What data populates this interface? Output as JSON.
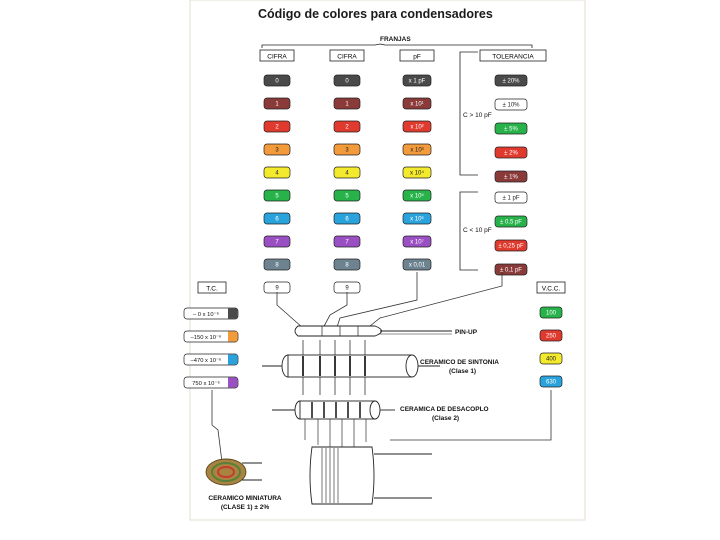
{
  "title": "Código de colores para condensadores",
  "franjas_label": "FRANJAS",
  "columns": [
    {
      "header": "CIFRA"
    },
    {
      "header": "CIFRA"
    },
    {
      "header": "pF"
    },
    {
      "header": "TOLERANCIA"
    }
  ],
  "colors": {
    "black": "#4a4a4a",
    "brown": "#8b3a3a",
    "red": "#e03a2e",
    "orange": "#f39a3a",
    "yellow": "#f3ea2e",
    "green": "#27b24a",
    "blue": "#2aa3dc",
    "violet": "#9a4fc2",
    "grey": "#6e8390",
    "white": "#ffffff"
  },
  "digit_rows": [
    {
      "color": "black",
      "d1": "0",
      "d2": "0",
      "mult": "x 1 pF"
    },
    {
      "color": "brown",
      "d1": "1",
      "d2": "1",
      "mult": "x 10¹"
    },
    {
      "color": "red",
      "d1": "2",
      "d2": "2",
      "mult": "x 10²"
    },
    {
      "color": "orange",
      "d1": "3",
      "d2": "3",
      "mult": "x 10³"
    },
    {
      "color": "yellow",
      "d1": "4",
      "d2": "4",
      "mult": "x 10⁴"
    },
    {
      "color": "green",
      "d1": "5",
      "d2": "5",
      "mult": "x 10⁵"
    },
    {
      "color": "blue",
      "d1": "6",
      "d2": "6",
      "mult": "x 10⁶"
    },
    {
      "color": "violet",
      "d1": "7",
      "d2": "7",
      "mult": "x 10⁷"
    },
    {
      "color": "grey",
      "d1": "8",
      "d2": "8",
      "mult": "x 0,01"
    },
    {
      "color": "white",
      "d1": "9",
      "d2": "9",
      "mult": ""
    }
  ],
  "tolerance_upper_label": "C > 10 pF",
  "tolerance_upper": [
    {
      "color": "black",
      "text": "± 20%"
    },
    {
      "color": "white",
      "text": "± 10%"
    },
    {
      "color": "green",
      "text": "± 5%"
    },
    {
      "color": "red",
      "text": "± 2%"
    },
    {
      "color": "brown",
      "text": "± 1%"
    }
  ],
  "tolerance_lower_label": "C < 10 pF",
  "tolerance_lower": [
    {
      "color": "white",
      "text": "± 1 pF"
    },
    {
      "color": "green",
      "text": "± 0,5 pF"
    },
    {
      "color": "red",
      "text": "± 0,25 pF"
    },
    {
      "color": "brown",
      "text": "± 0,1 pF"
    }
  ],
  "tc_header": "T.C.",
  "tc_rows": [
    {
      "color": "black",
      "text": "– 0 x 10⁻⁶"
    },
    {
      "color": "orange",
      "text": "–150 x 10⁻⁶"
    },
    {
      "color": "blue",
      "text": "–470 x 10⁻⁶"
    },
    {
      "color": "violet",
      "text": "750 x 10⁻⁶"
    }
  ],
  "vcc_header": "V.C.C.",
  "vcc_rows": [
    {
      "color": "green",
      "text": "100"
    },
    {
      "color": "red",
      "text": "250"
    },
    {
      "color": "yellow",
      "text": "400"
    },
    {
      "color": "blue",
      "text": "630"
    }
  ],
  "labels": {
    "pinup": "PIN-UP",
    "sintonia_1": "CERAMICO DE SINTONIA",
    "sintonia_2": "(Clase 1)",
    "desacoplo_1": "CERAMICA DE DESACOPLO",
    "desacoplo_2": "(Clase 2)",
    "miniatura_1": "CERAMICO MINIATURA",
    "miniatura_2": "(CLASE 1) ± 2%"
  }
}
